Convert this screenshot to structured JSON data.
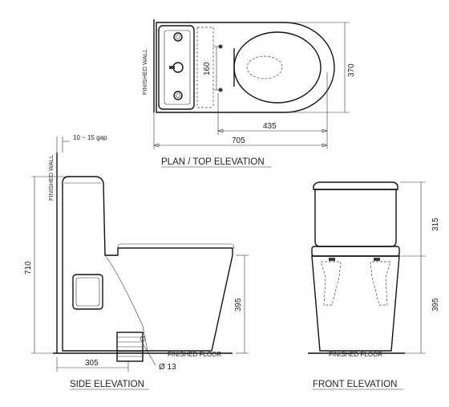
{
  "views": {
    "plan_title": "PLAN / TOP ELEVATION",
    "side_title": "SIDE ELEVATION",
    "front_title": "FRONT ELEVATION"
  },
  "labels": {
    "finished_wall": "FINISHED WALL",
    "finished_floor": "FINISHED FLOOR",
    "gap": "10 ~ 15 gap",
    "outlet_diameter": "Ø 13"
  },
  "dimensions": {
    "plan_total_length": "705",
    "plan_seat_length": "435",
    "plan_width": "370",
    "plan_hole_spacing": "160",
    "side_height": "710",
    "side_seat_height": "395",
    "side_outlet_offset": "305",
    "front_tank_height": "315",
    "front_seat_height": "395"
  }
}
